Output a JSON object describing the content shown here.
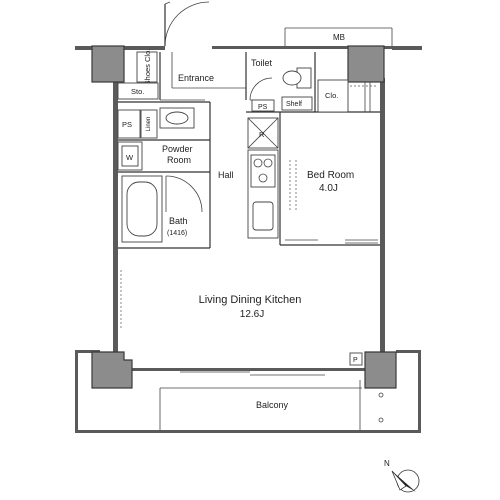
{
  "plan": {
    "rooms": {
      "mb": "MB",
      "toilet": "Toilet",
      "shoes_clo": "Shoes Clo.",
      "entrance": "Entrance",
      "sto": "Sto.",
      "ps_toilet": "PS",
      "shelf": "Shelf",
      "clo": "Clo.",
      "ps_left": "PS",
      "linen": "Linen",
      "r": "R",
      "powder_room": "Powder Room",
      "w": "W",
      "hall": "Hall",
      "bed_room": "Bed Room",
      "bed_size": "4.0J",
      "bath": "Bath",
      "bath_size": "(1416)",
      "ldk": "Living Dining Kitchen",
      "ldk_size": "12.6J",
      "p": "P",
      "balcony": "Balcony"
    },
    "compass": {
      "north": "N",
      "icon": "north-arrow-icon"
    }
  }
}
